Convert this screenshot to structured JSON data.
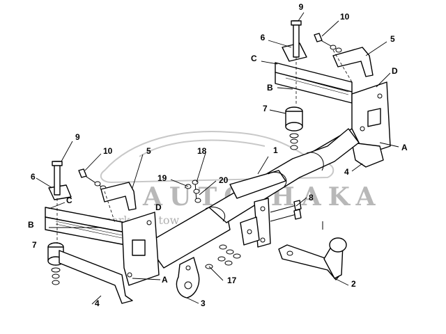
{
  "watermark": {
    "brand": "AUTO-HAKA",
    "sub": "park and tow",
    "color": "#b8b8b8"
  },
  "labels": {
    "n1": "1",
    "n2": "2",
    "n3": "3",
    "n4_right": "4",
    "n4_left": "4",
    "n5_right": "5",
    "n5_left": "5",
    "n6_right": "6",
    "n6_left": "6",
    "n7_right": "7",
    "n7_left": "7",
    "n8": "8",
    "n9_right": "9",
    "n9_left": "9",
    "n10_right": "10",
    "n10_left": "10",
    "n17": "17",
    "n18": "18",
    "n19": "19",
    "n20": "20",
    "a_right": "A",
    "a_left": "A",
    "b_right": "B",
    "b_left": "B",
    "c_right": "C",
    "c_left": "C",
    "d_right": "D",
    "d_left": "D"
  }
}
